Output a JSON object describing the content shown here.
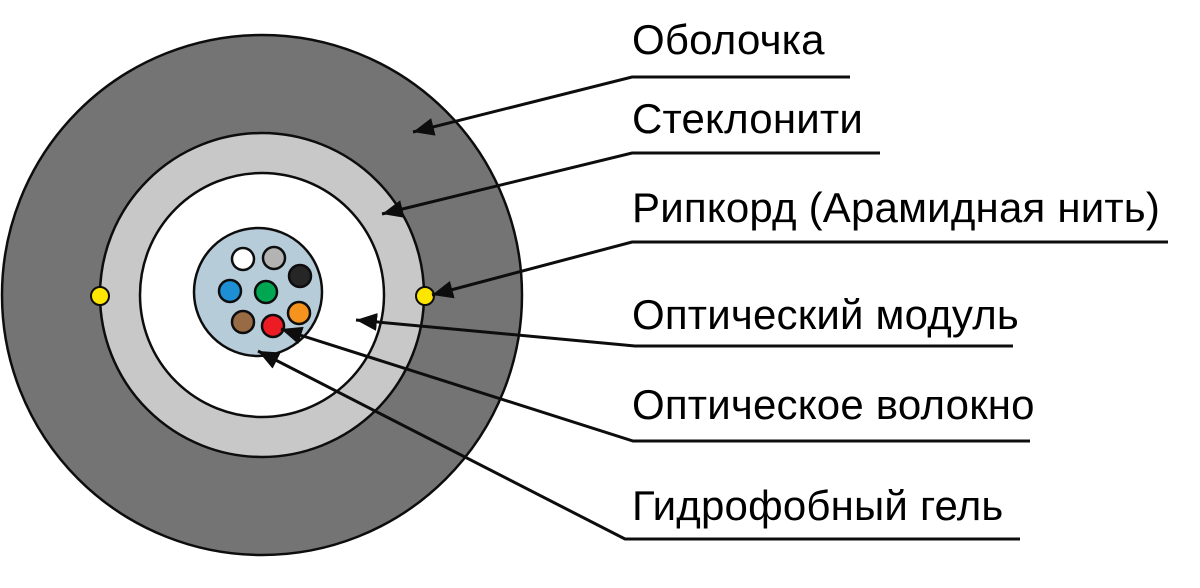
{
  "diagram": {
    "type": "fiber-optic-cable-cross-section",
    "background_color": "#ffffff",
    "outline_color": "#0d0d0d",
    "labels": [
      {
        "id": "sheath",
        "text": "Оболочка"
      },
      {
        "id": "glass-yarns",
        "text": "Стеклонити"
      },
      {
        "id": "ripcord",
        "text": "Рипкорд (Арамидная нить)"
      },
      {
        "id": "optical-module",
        "text": "Оптический модуль"
      },
      {
        "id": "optical-fiber",
        "text": "Оптическое волокно"
      },
      {
        "id": "hydrophobic-gel",
        "text": "Гидрофобный гель"
      }
    ],
    "colors": {
      "sheath": "#747474",
      "glass_yarns": "#c8c8c8",
      "inner_void": "#ffffff",
      "module_gel": "#b7ccd9",
      "ripcord": "#ffe600",
      "line": "#0d0d0d"
    },
    "fibers": [
      {
        "name": "white",
        "color": "#ffffff"
      },
      {
        "name": "gray",
        "color": "#b3b3b3"
      },
      {
        "name": "black",
        "color": "#262626"
      },
      {
        "name": "blue",
        "color": "#1e8fd5"
      },
      {
        "name": "green",
        "color": "#00a651"
      },
      {
        "name": "orange",
        "color": "#f6921e"
      },
      {
        "name": "brown",
        "color": "#996b45"
      },
      {
        "name": "red",
        "color": "#ed1c24"
      }
    ]
  }
}
